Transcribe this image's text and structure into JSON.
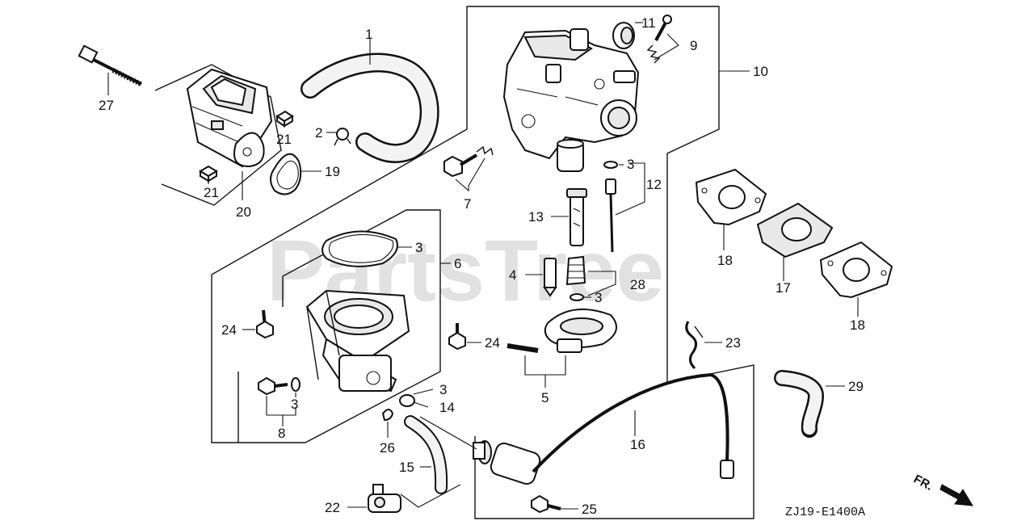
{
  "watermark": "PartsTree",
  "diagram_code": "ZJ19-E1400A",
  "front_indicator": "FR.",
  "callouts": {
    "c1": "1",
    "c2": "2",
    "c3a": "3",
    "c3b": "3",
    "c3c": "3",
    "c3d": "3",
    "c3e": "3",
    "c4": "4",
    "c5": "5",
    "c6": "6",
    "c7": "7",
    "c8": "8",
    "c9": "9",
    "c10": "10",
    "c11": "11",
    "c12": "12",
    "c13": "13",
    "c14": "14",
    "c15": "15",
    "c16": "16",
    "c17": "17",
    "c18a": "18",
    "c18b": "18",
    "c19": "19",
    "c20": "20",
    "c21a": "21",
    "c21b": "21",
    "c22": "22",
    "c23": "23",
    "c24a": "24",
    "c24b": "24",
    "c25": "25",
    "c26": "26",
    "c27": "27",
    "c28": "28",
    "c29": "29"
  }
}
